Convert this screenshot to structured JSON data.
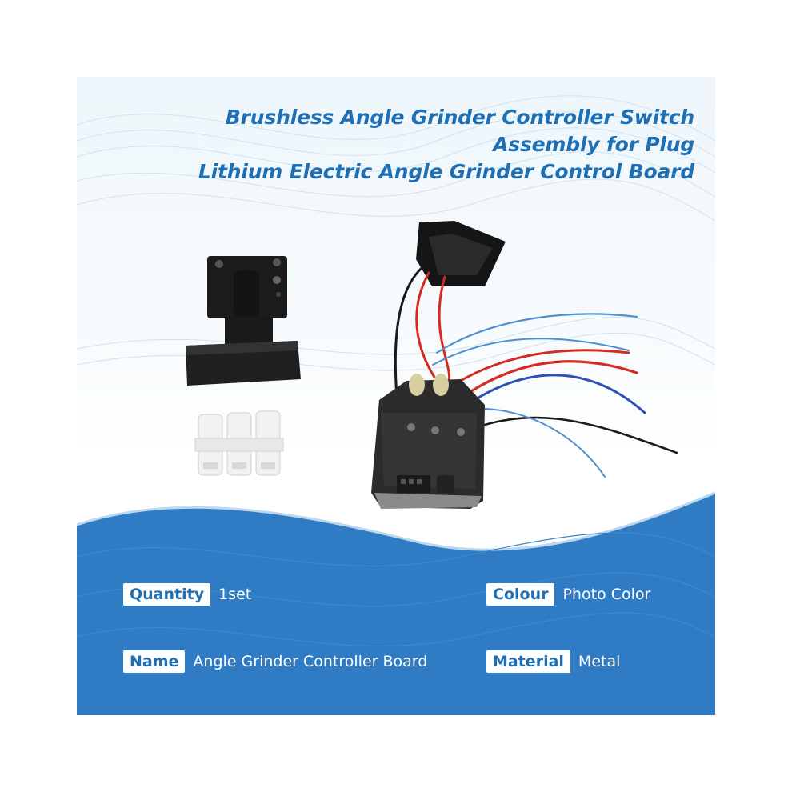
{
  "title": {
    "line1": "Brushless Angle Grinder Controller Switch",
    "line2": "Assembly for Plug",
    "line3": "Lithium Electric Angle Grinder Control Board"
  },
  "specs": {
    "quantity": {
      "label": "Quantity",
      "value": "1set"
    },
    "colour": {
      "label": "Colour",
      "value": "Photo Color"
    },
    "name": {
      "label": "Name",
      "value": "Angle Grinder Controller Board"
    },
    "material": {
      "label": "Material",
      "value": "Metal"
    }
  },
  "colors": {
    "brand_blue": "#1f6fb4",
    "panel_blue": "#2f7bc4",
    "wire_red": "#d62a1e",
    "wire_blue": "#2d4fb8",
    "wire_light_blue": "#4f8fd0",
    "wire_black": "#1a1a1a"
  }
}
